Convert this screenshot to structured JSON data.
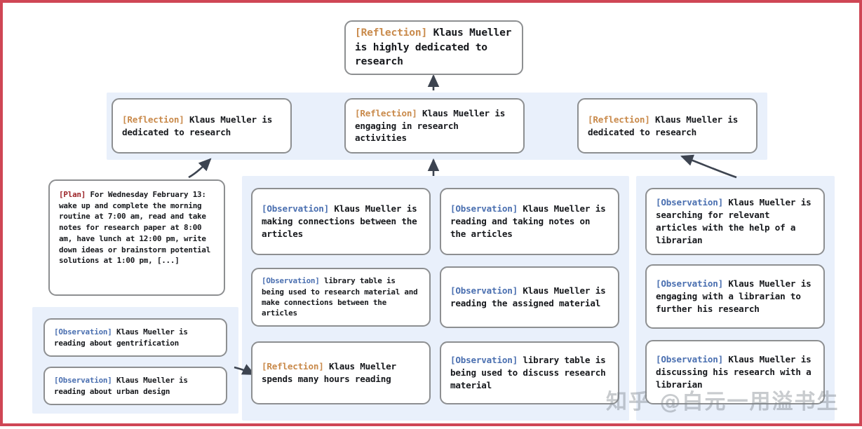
{
  "diagram": {
    "title": "Generative agent reflection tree",
    "border_color": "#cf4655",
    "panel_color": "#e9f0fb",
    "node_border_color": "#8d8f91",
    "tag_colors": {
      "reflection": "#c98a4b",
      "observation": "#4a6fb0",
      "plan": "#9b2226"
    }
  },
  "root_node": {
    "tag": "[Reflection]",
    "text": " Klaus Mueller is highly dedicated to research"
  },
  "reflections": [
    {
      "tag": "[Reflection]",
      "text": " Klaus Mueller is dedicated to research"
    },
    {
      "tag": "[Reflection]",
      "text": " Klaus Mueller is engaging in research activities"
    },
    {
      "tag": "[Reflection]",
      "text": " Klaus Mueller is dedicated to research"
    }
  ],
  "plan_node": {
    "tag": "[Plan]",
    "text": " For Wednesday February 13: wake up and complete the morning routine at 7:00 am, read and take notes for research paper at 8:00 am, have lunch at 12:00 pm, write down ideas or brainstorm potential solutions at 1:00 pm, [...]"
  },
  "left_observations": [
    {
      "tag": "[Observation]",
      "text": " Klaus Mueller is reading about gentrification"
    },
    {
      "tag": "[Observation]",
      "text": " Klaus Mueller is reading about urban design"
    }
  ],
  "column_a": [
    {
      "tag": "[Observation]",
      "text": " Klaus Mueller is making connections between the articles"
    },
    {
      "tag": "[Observation]",
      "text": " library table is being used to research material and make connections between the articles"
    },
    {
      "tag": "[Reflection]",
      "text": " Klaus Mueller spends many hours reading"
    }
  ],
  "column_b": [
    {
      "tag": "[Observation]",
      "text": " Klaus Mueller is reading and taking notes on the articles"
    },
    {
      "tag": "[Observation]",
      "text": " Klaus Mueller is reading the assigned material"
    },
    {
      "tag": "[Observation]",
      "text": " library table is being used to discuss research material"
    }
  ],
  "column_c": [
    {
      "tag": "[Observation]",
      "text": " Klaus Mueller is searching for relevant articles with the help of a librarian"
    },
    {
      "tag": "[Observation]",
      "text": " Klaus Mueller is engaging with a librarian to further his research"
    },
    {
      "tag": "[Observation]",
      "text": " Klaus Mueller is discussing his research with a librarian"
    }
  ],
  "watermark": {
    "text": "知乎 @白元一用溢书生"
  }
}
